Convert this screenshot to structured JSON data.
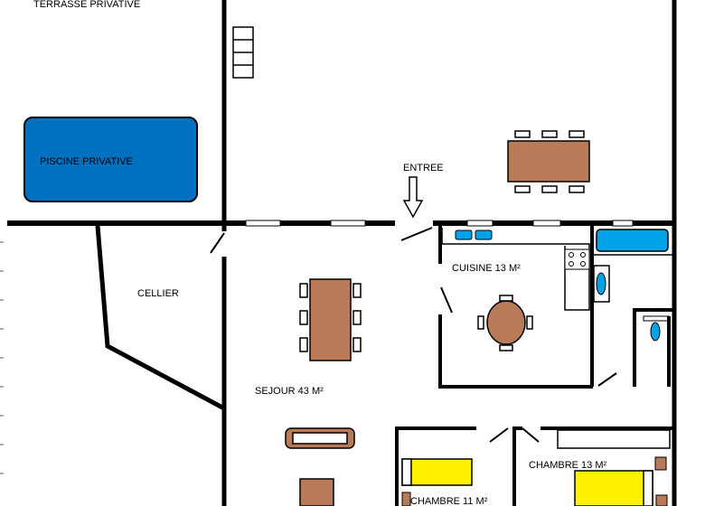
{
  "labels": {
    "terrasse": "TERRASSE PRIVATIVE",
    "piscine": "PISCINE PRIVATIVE",
    "entree": "ENTREE",
    "cellier": "CELLIER",
    "cuisine": "CUISINE 13 M²",
    "sejour": "SEJOUR 43 M²",
    "chambre1": "CHAMBRE 13 M²",
    "chambre2": "CHAMBRE 11 M²"
  },
  "colors": {
    "wall": "#000000",
    "pool": "#0070c0",
    "wood": "#b97a57",
    "bed": "#fff200",
    "fixture": "#00a2e8",
    "background": "#ffffff"
  }
}
